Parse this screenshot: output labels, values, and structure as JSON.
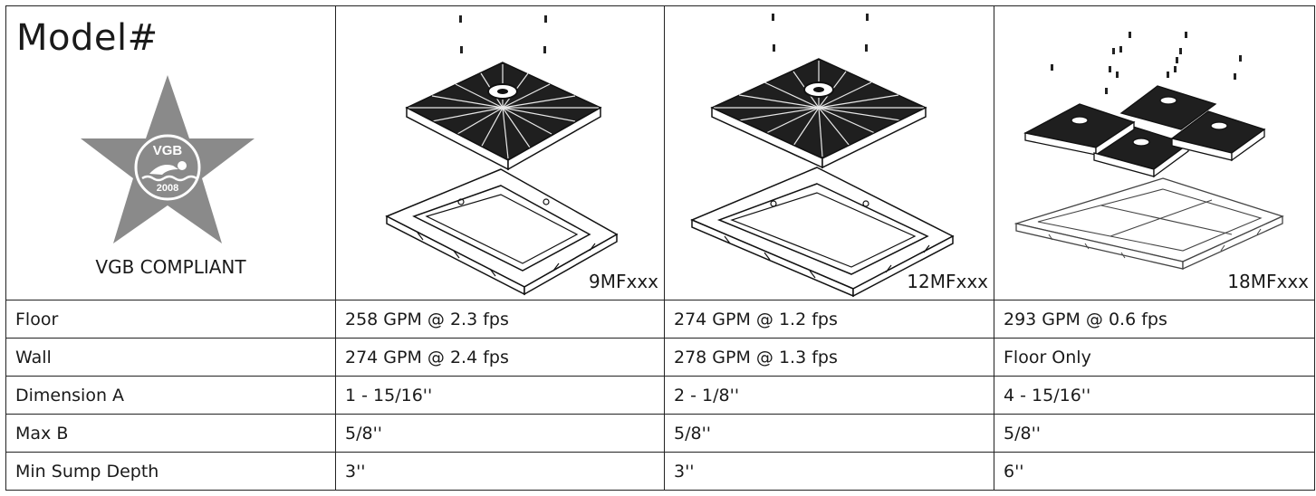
{
  "header": {
    "title": "Model#",
    "badge_top": "VGB",
    "badge_year": "2008",
    "badge_caption": "VGB COMPLIANT"
  },
  "models": [
    {
      "code": "9MFxxx",
      "icon": "square-drain-cover-exploded-icon"
    },
    {
      "code": "12MFxxx",
      "icon": "square-drain-cover-exploded-icon"
    },
    {
      "code": "18MFxxx",
      "icon": "quad-drain-cover-exploded-icon"
    }
  ],
  "rows": [
    {
      "label": "Floor",
      "values": [
        "258 GPM @ 2.3 fps",
        "274 GPM @  1.2 fps",
        "293 GPM @ 0.6 fps"
      ]
    },
    {
      "label": "Wall",
      "values": [
        "274 GPM @ 2.4 fps",
        "278 GPM @ 1.3 fps",
        "Floor Only"
      ]
    },
    {
      "label": "Dimension A",
      "values": [
        "1 - 15/16''",
        "2 - 1/8''",
        "4 - 15/16''"
      ]
    },
    {
      "label": "Max B",
      "values": [
        "5/8''",
        "5/8''",
        "5/8''"
      ]
    },
    {
      "label": "Min Sump Depth",
      "values": [
        "3''",
        "3''",
        "6''"
      ]
    }
  ],
  "colors": {
    "star": "#8a8a8a",
    "line": "#222222",
    "ink": "#1a1a1a"
  }
}
